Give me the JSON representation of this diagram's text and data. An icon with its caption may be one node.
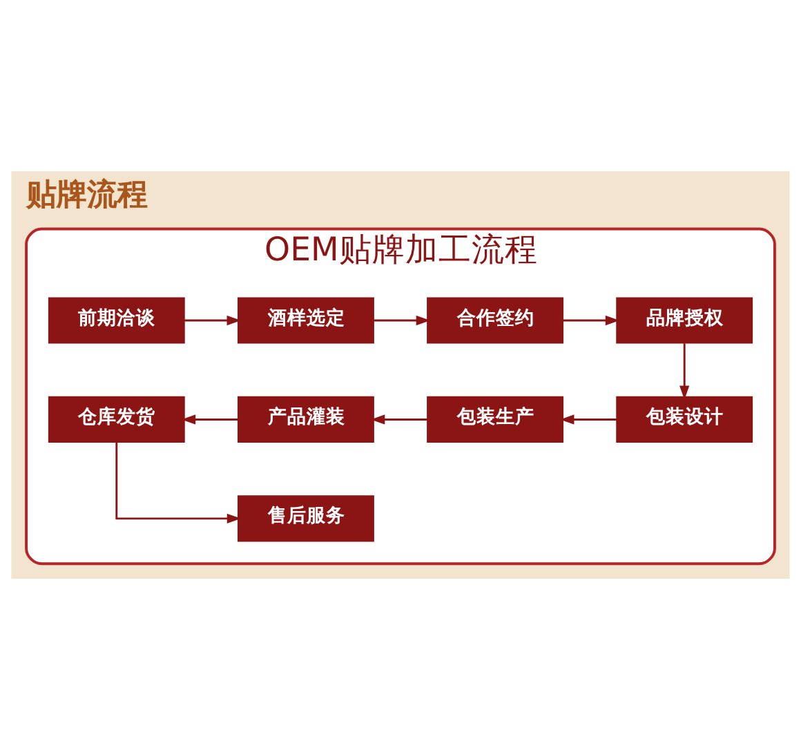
{
  "diagram": {
    "title": "贴牌流程",
    "nodes": [
      {
        "text": [
          "OEM贴牌加工流程"
        ]
      },
      {
        "text": [
          "前期洽谈"
        ],
        "in": 0
      },
      {
        "text": [
          "酒样选定"
        ],
        "in": 0
      },
      {
        "text": [
          "合作签约"
        ],
        "in": 0
      },
      {
        "text": [
          "品牌授权"
        ],
        "in": 0
      },
      {
        "text": [
          "仓库发货"
        ],
        "in": 0
      },
      {
        "text": [
          "产品灌装"
        ],
        "in": 0
      },
      {
        "text": [
          "包装生产"
        ],
        "in": 0
      },
      {
        "text": [
          "包装设计"
        ],
        "in": 0
      },
      {
        "text": [
          "售后服务"
        ],
        "in": 0
      }
    ],
    "edges": [
      {
        "from": 1,
        "to": 2,
        "arrow": "to"
      },
      {
        "from": 2,
        "to": 3,
        "arrow": "to"
      },
      {
        "from": 3,
        "to": 4,
        "arrow": "to"
      },
      {
        "from": 4,
        "to": 8,
        "arrow": "to"
      },
      {
        "from": 8,
        "to": 7,
        "arrow": "to"
      },
      {
        "from": 7,
        "to": 6,
        "arrow": "to"
      },
      {
        "from": 6,
        "to": 5,
        "arrow": "to"
      },
      {
        "from": 5,
        "to": 9,
        "arrow": "to"
      }
    ]
  }
}
